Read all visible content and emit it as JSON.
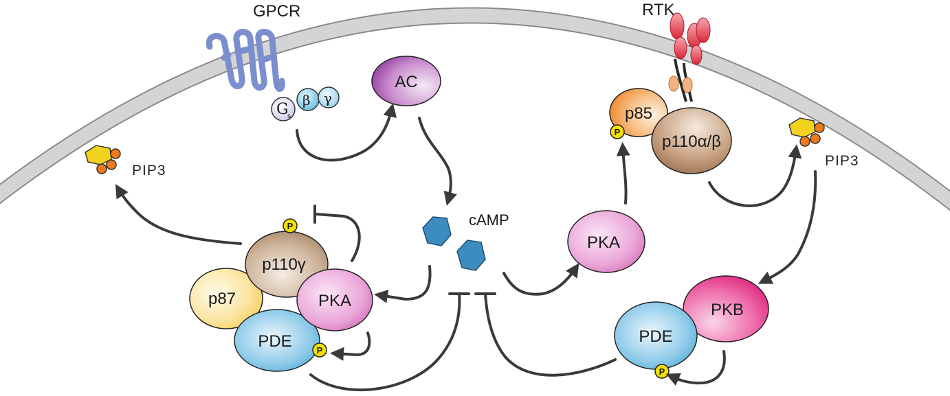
{
  "diagram": {
    "labels": {
      "gpcr": "GPCR",
      "rtk": "RTK",
      "ac": "AC",
      "camp": "cAMP",
      "pip3_left": "PIP3",
      "pip3_right": "PIP3",
      "p85": "p85",
      "p110ab": "p110α/β",
      "pka_center": "PKA",
      "pkb": "PKB",
      "pde_right": "PDE",
      "p110g": "p110γ",
      "p87": "p87",
      "pka_left": "PKA",
      "pde_left": "PDE",
      "g_sub": "G",
      "s_sub": "s",
      "beta": "β",
      "gamma": "γ",
      "phospho": "P"
    },
    "colors": {
      "membrane": "#d2d2d2",
      "gpcr": "#7b8fcf",
      "ac": "#8a2e9a",
      "camp": "#3d8cc0",
      "pip3_head": "#f2d21c",
      "pip3_tails": "#ee7a1c",
      "p85": "#f08a2a",
      "p110ab": "#8f6647",
      "pka": "#d467b3",
      "pkb": "#e0107a",
      "pde": "#2d9ad0",
      "p110g": "#9d7b5f",
      "p87": "#f3cd4a",
      "phospho": "#f4e000",
      "rtk": "#e03a48",
      "arrow": "#3a3a3a"
    },
    "icons": [
      "gpcr-receptor-icon",
      "rtk-receptor-icon",
      "camp-molecule-icon",
      "pip3-lipid-icon",
      "phosphate-icon"
    ]
  }
}
